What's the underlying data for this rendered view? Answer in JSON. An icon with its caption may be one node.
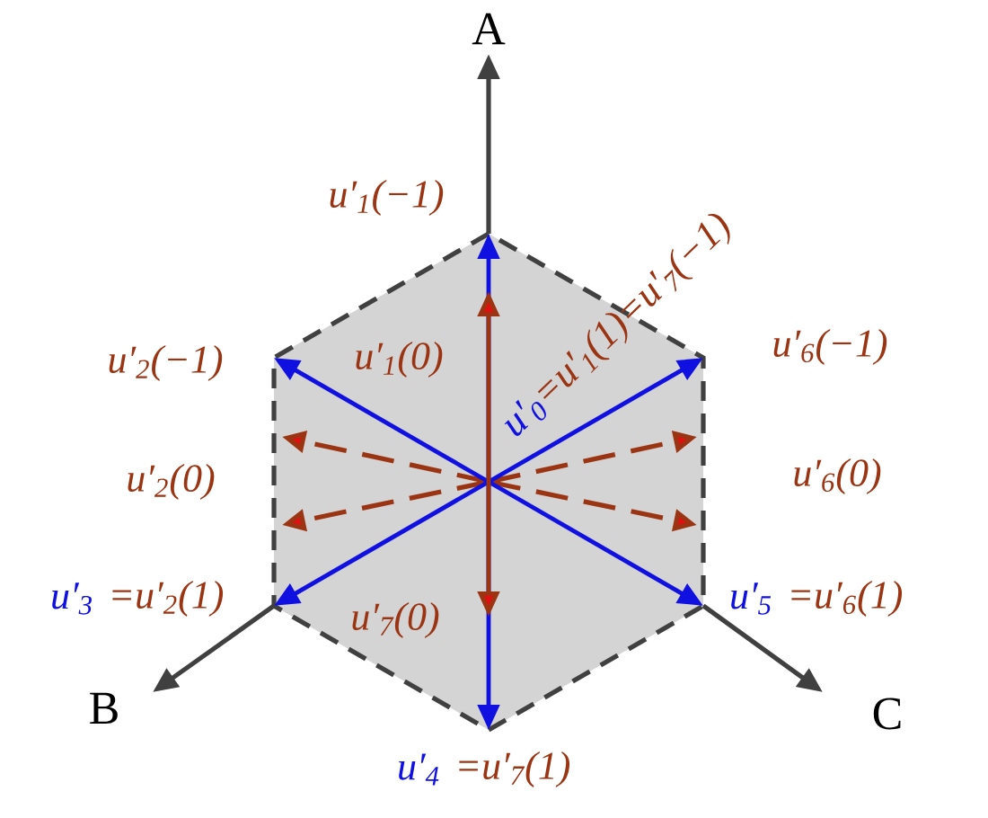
{
  "diagram": {
    "labels": [
      "A",
      "u′$_{1}$(−1)",
      "u′$_{0}$",
      "=u′$_{1}$(1)=u′$_{7}$(−1)",
      "u′$_{2}$(−1)",
      "u′$_{1}$(0)",
      "u′$_{6}$(−1)",
      "u′$_{2}$(0)",
      "u′$_{6}$(0)",
      "u′$_{3}$",
      "=u′$_{2}$(1)",
      "u′$_{7}$(0)",
      "u′$_{5}$",
      "=u′$_{6}$(1)",
      "B",
      "C",
      "u′$_{4}$",
      "=u′$_{7}$(1)"
    ]
  }
}
